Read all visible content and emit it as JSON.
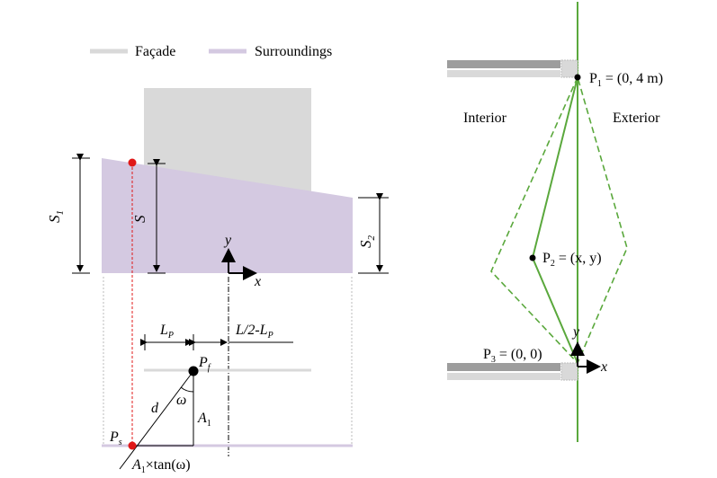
{
  "legend": {
    "facade_label": "Façade",
    "surroundings_label": "Surroundings",
    "facade_color": "#d9d9d9",
    "surroundings_color": "#d4c9e1"
  },
  "left_diagram": {
    "s1_label": "S",
    "s1_sub": "1",
    "s_label": "S",
    "s2_label": "S",
    "s2_sub": "2",
    "y_axis": "y",
    "x_axis": "x",
    "lp_label": "L",
    "lp_sub": "P",
    "half_l_label": "L/2-L",
    "half_l_sub": "P",
    "pf_label": "P",
    "pf_sub": "f",
    "omega": "ω",
    "d_label": "d",
    "a1_label": "A",
    "a1_sub": "1",
    "ps_label": "P",
    "ps_sub": "s",
    "bottom_a": "A",
    "bottom_sub": "1",
    "bottom_rest": "×tan(ω)",
    "point_color_red": "#e01818"
  },
  "right_diagram": {
    "interior_label": "Interior",
    "exterior_label": "Exterior",
    "p1_label": "P",
    "p1_sub": "1",
    "p1_rest": " = (0, 4 m)",
    "p2_label": "P",
    "p2_sub": "2",
    "p2_rest": " = (x, y)",
    "p3_label": "P",
    "p3_sub": "3",
    "p3_rest": " = (0, 0)",
    "y_axis": "y",
    "x_axis": "x",
    "green": "#5aa83c"
  }
}
